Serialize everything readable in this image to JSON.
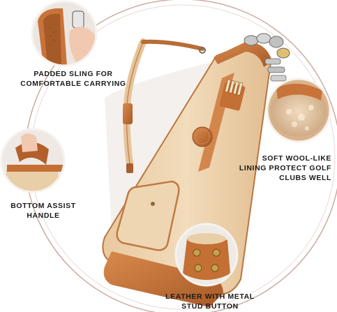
{
  "colors": {
    "canvas": "#f2e1c7",
    "leather": "#c8733a",
    "leather_dark": "#8e4a1e",
    "ring_line": "#b5877a",
    "text": "#1a1a1a"
  },
  "features": [
    {
      "id": "sling",
      "lines": [
        "PADDED SLING FOR",
        "COMFORTABLE CARRYING"
      ],
      "icon": "padded-sling-photo"
    },
    {
      "id": "handle",
      "lines": [
        "BOTTOM ASSIST",
        "HANDLE"
      ],
      "icon": "bottom-handle-photo"
    },
    {
      "id": "lining",
      "lines": [
        "SOFT WOOL-LIKE",
        "LINING PROTECT GOLF",
        "CLUBS WELL"
      ],
      "icon": "wool-lining-photo"
    },
    {
      "id": "studs",
      "lines": [
        "LEATHER WITH METAL",
        "STUD BUTTON"
      ],
      "icon": "metal-stud-base-photo"
    }
  ]
}
